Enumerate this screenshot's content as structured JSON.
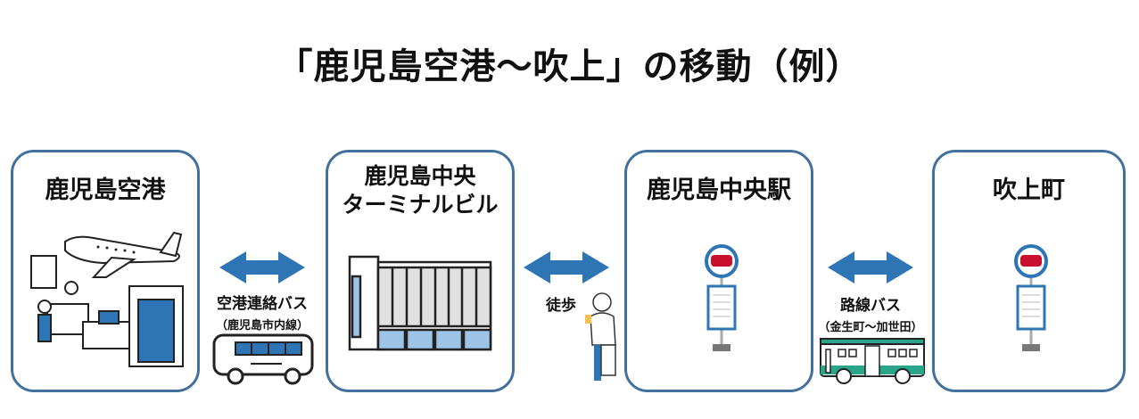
{
  "title": "「鹿児島空港～吹上」の移動（例）",
  "stops": [
    {
      "name": "鹿児島空港"
    },
    {
      "name_line1": "鹿児島中央",
      "name_line2": "ターミナルビル"
    },
    {
      "name": "鹿児島中央駅"
    },
    {
      "name": "吹上町"
    }
  ],
  "links": [
    {
      "mode": "空港連絡バス",
      "detail": "（鹿児島市内線）"
    },
    {
      "mode": "徒歩"
    },
    {
      "mode": "路線バス",
      "detail": "（金生町～加世田）"
    }
  ],
  "colors": {
    "border": "#41719c",
    "arrow": "#2e75b6",
    "light_blue": "#9dc3e6",
    "bus_green": "#2aa58a",
    "stop_red": "#c8102e"
  }
}
